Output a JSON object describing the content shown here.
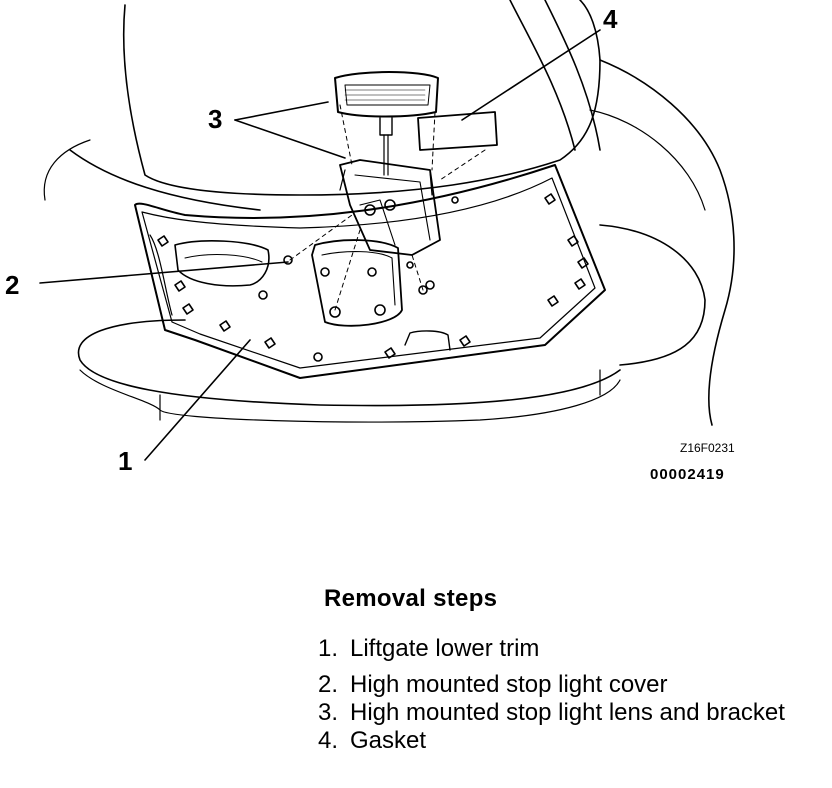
{
  "diagram": {
    "callouts": [
      "1",
      "2",
      "3",
      "4"
    ],
    "figure_code": "Z16F0231",
    "figure_number": "00002419"
  },
  "removal": {
    "title": "Removal steps",
    "steps": [
      {
        "number": "1.",
        "text": "Liftgate lower trim"
      },
      {
        "number": "2.",
        "text": "High mounted stop light cover"
      },
      {
        "number": "3.",
        "text": "High mounted stop light lens and bracket"
      },
      {
        "number": "4.",
        "text": "Gasket"
      }
    ]
  }
}
